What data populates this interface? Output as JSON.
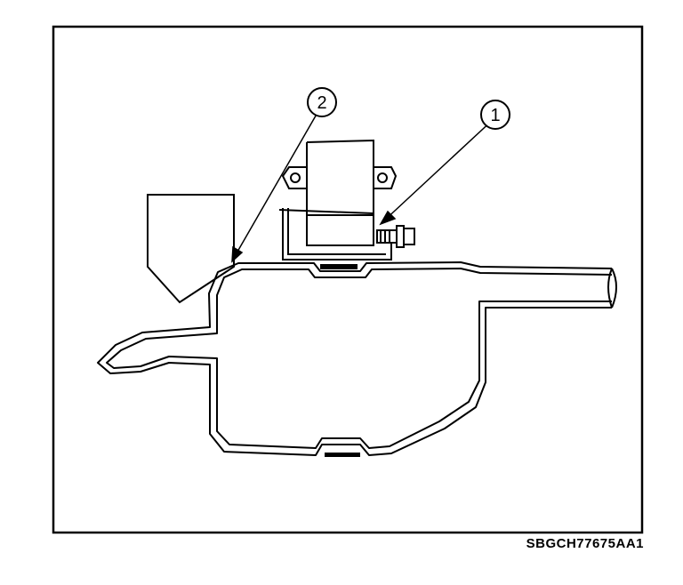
{
  "callouts": [
    {
      "id": "callout-1",
      "label": "1"
    },
    {
      "id": "callout-2",
      "label": "2"
    }
  ],
  "reference_code": "SBGCH77675AA1"
}
